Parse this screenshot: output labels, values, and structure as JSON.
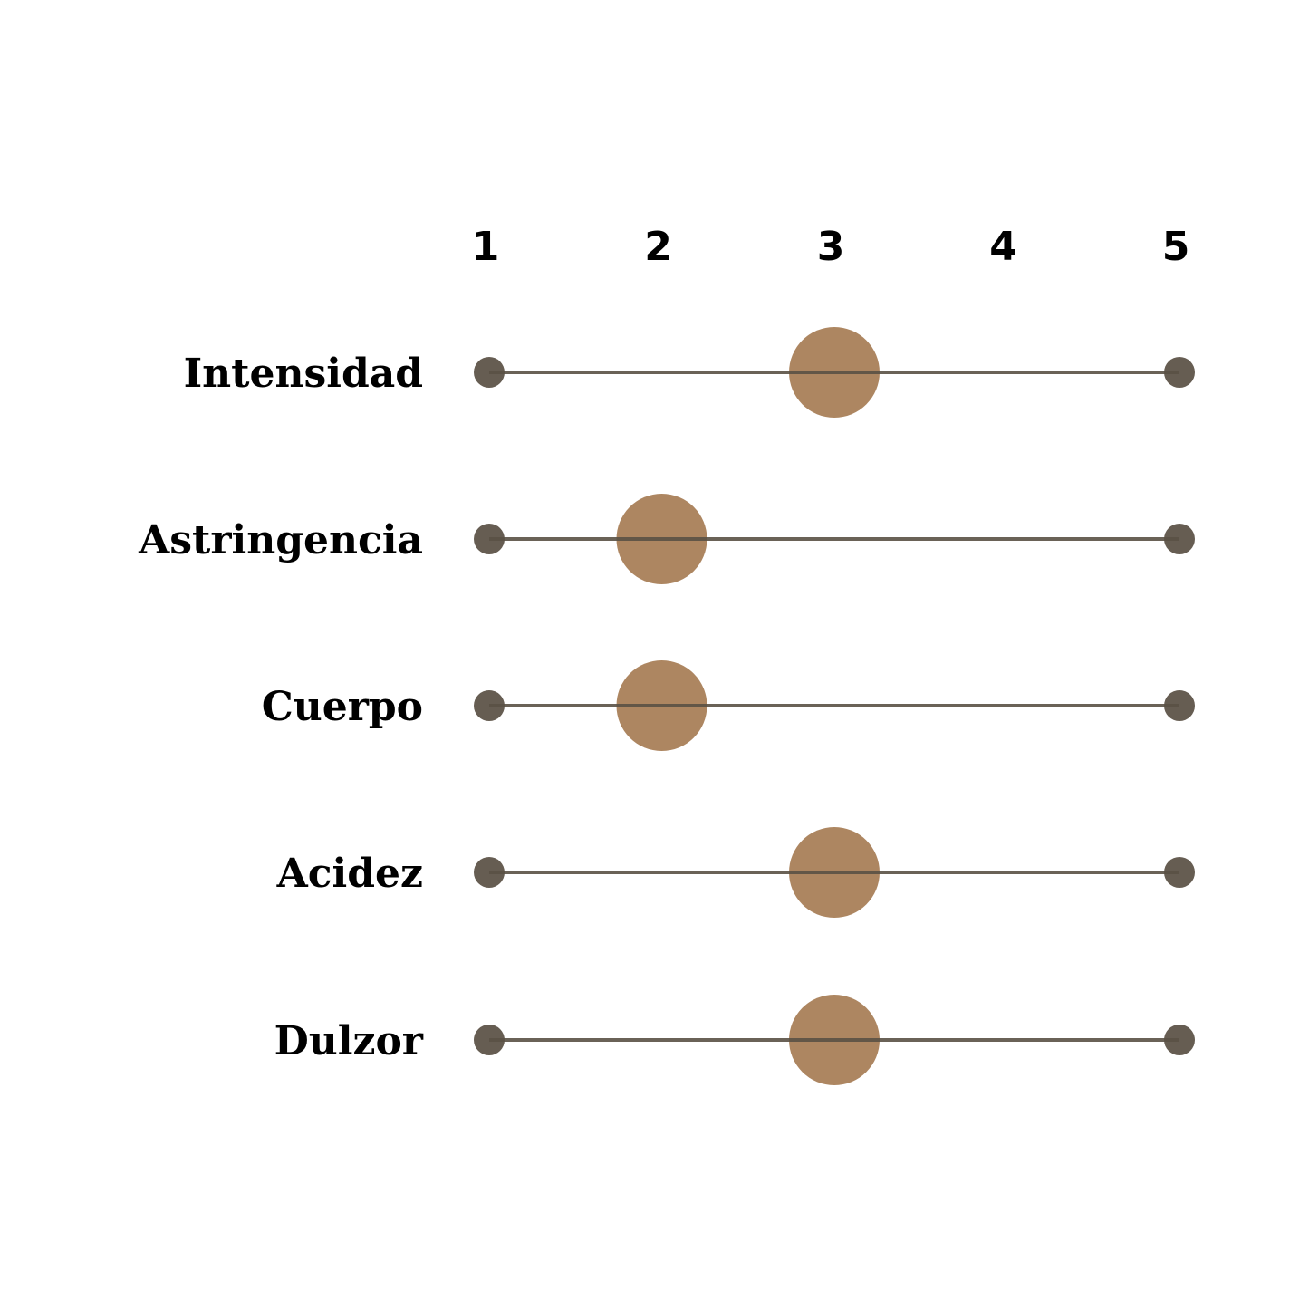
{
  "chart_data": {
    "type": "dot-scale",
    "title": "",
    "xlim": [
      1,
      5
    ],
    "ticks": [
      "1",
      "2",
      "3",
      "4",
      "5"
    ],
    "categories": [
      "Intensidad",
      "Astringencia",
      "Cuerpo",
      "Acidez",
      "Dulzor"
    ],
    "values": [
      3,
      2,
      2,
      3,
      3
    ],
    "colors": {
      "line": "#5a5145",
      "endpoint": "#665d52",
      "marker": "#ad8661"
    }
  }
}
